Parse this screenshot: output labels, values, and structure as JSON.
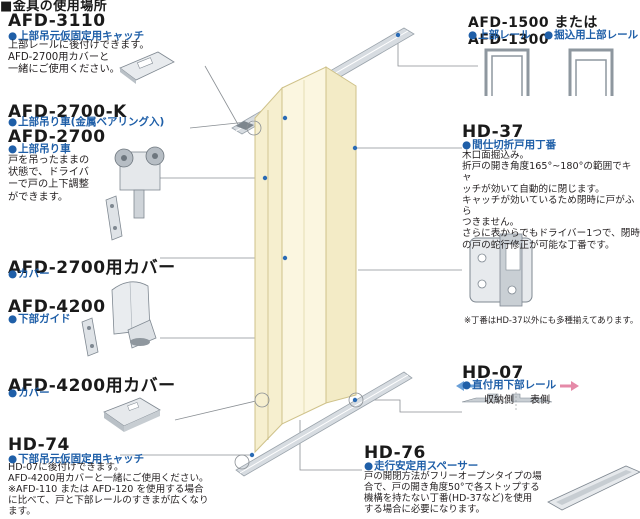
{
  "header": {
    "title": "■金具の使用場所"
  },
  "parts": {
    "afd3110": {
      "name": "AFD-3110",
      "subtitle": "上部吊元仮固定用キャッチ",
      "desc": [
        "上部レールに後付けできます。",
        "AFD-2700用カバーと",
        "一緒にご使用ください。"
      ]
    },
    "afd2700k": {
      "name": "AFD-2700-K",
      "subtitle": "上部吊り車(金属ベアリング入)"
    },
    "afd2700": {
      "name": "AFD-2700",
      "subtitle": "上部吊り車",
      "desc": [
        "戸を吊ったままの",
        "状態で、ドライバ",
        "ーで戸の上下調整",
        "ができます。"
      ]
    },
    "afd2700cover": {
      "name": "AFD-2700用カバー",
      "subtitle": "カバー"
    },
    "afd4200": {
      "name": "AFD-4200",
      "subtitle": "下部ガイド"
    },
    "afd4200cover": {
      "name": "AFD-4200用カバー",
      "subtitle": "カバー"
    },
    "hd74": {
      "name": "HD-74",
      "subtitle": "下部吊元仮固定用キャッチ",
      "desc": [
        "HD-07に後付けできます。",
        "AFD-4200用カバーと一緒にご使用ください。",
        "※AFD-110 または AFD-120 を使用する場合",
        "に比べて、戸と下部レールのすきまが広くなり",
        "ます。"
      ]
    },
    "afd1500": {
      "name": "AFD-1500 または AFD-1300",
      "subtitle_left": "上部レール",
      "subtitle_right": "掘込用上部レール"
    },
    "hd37": {
      "name": "HD-37",
      "subtitle": "間仕切折戸用丁番",
      "desc": [
        "木口面掘込み。",
        "折戸の開き角度165°~180°の範囲でキャ",
        "ッチが効いて自動的に閉じます。",
        "キャッチが効いているため閉時に戸がふら",
        "つきません。",
        "さらに表からでもドライバー1つで、閉時",
        "の戸の蛇行修正が可能な丁番です。"
      ],
      "note": "※丁番はHD-37以外にも多種揃えてあります。"
    },
    "hd07": {
      "name": "HD-07",
      "subtitle": "直付用下部レール",
      "label_left": "収納側",
      "label_right": "表側"
    },
    "hd76": {
      "name": "HD-76",
      "subtitle": "走行安定用スペーサー",
      "desc": [
        "戸の開閉方法がフリーオープンタイプの場",
        "合で、戸の開き角度50°で各ストップする",
        "機構を持たない丁番(HD-37など)を使用",
        "する場合に必要になります。"
      ]
    }
  },
  "colors": {
    "accent": "#1f5fa8",
    "door_fill": "#f6efcf",
    "door_stroke": "#cfc28a",
    "rail": "#c8ced4",
    "leader": "#8a8f94"
  }
}
